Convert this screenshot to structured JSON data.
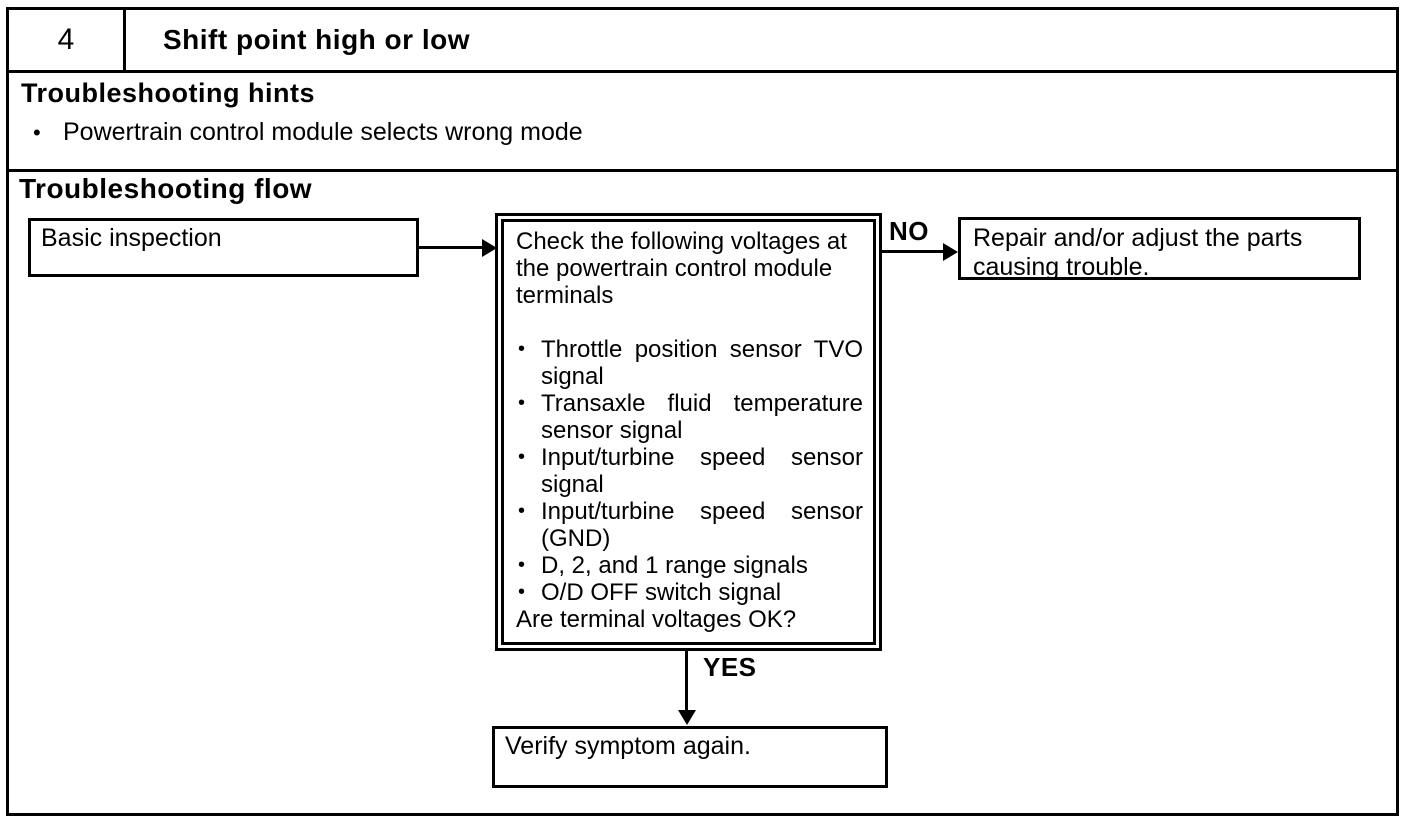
{
  "doc": {
    "item_number": "4",
    "item_title": "Shift point high or low"
  },
  "hints": {
    "heading": "Troubleshooting hints",
    "bullet": "•",
    "items": [
      "Powertrain control module selects wrong mode"
    ]
  },
  "flow": {
    "heading": "Troubleshooting flow",
    "start_box": "Basic inspection",
    "check_box": {
      "intro": "Check the following voltages at the powertrain control module terminals",
      "bullet": "•",
      "items": [
        "Throttle position sensor TVO signal",
        "Transaxle fluid temperature sensor signal",
        "Input/turbine speed sensor signal",
        "Input/turbine speed sensor (GND)",
        "D, 2, and 1 range signals",
        "O/D OFF switch signal"
      ],
      "question": "Are terminal voltages OK?"
    },
    "no_label": "NO",
    "yes_label": "YES",
    "no_box": "Repair and/or adjust the parts causing trouble.",
    "yes_box": "Verify symptom again."
  },
  "colors": {
    "ink": "#000000",
    "paper": "#ffffff"
  }
}
